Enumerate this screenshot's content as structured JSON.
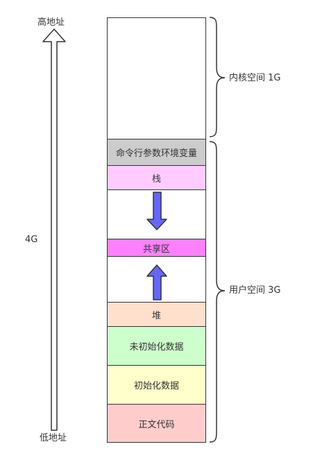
{
  "axis": {
    "top_label": "高地址",
    "bottom_label": "低地址",
    "size_label": "4G"
  },
  "segments": {
    "kernel": "",
    "cmdline_env": "命令行参数环境变量",
    "stack": "栈",
    "shared": "共享区",
    "heap": "堆",
    "bss": "未初始化数据",
    "data": "初始化数据",
    "text": "正文代码"
  },
  "braces": {
    "kernel": "内核空间 1G",
    "user": "用户空间 3G"
  },
  "colors": {
    "cmdline_env": "#cccccc",
    "stack": "#ffccff",
    "shared": "#ff80ff",
    "heap": "#ffe0cc",
    "bss": "#ccffcc",
    "data": "#ffffcc",
    "text": "#ffcccc",
    "arrow": "#6666ff"
  }
}
